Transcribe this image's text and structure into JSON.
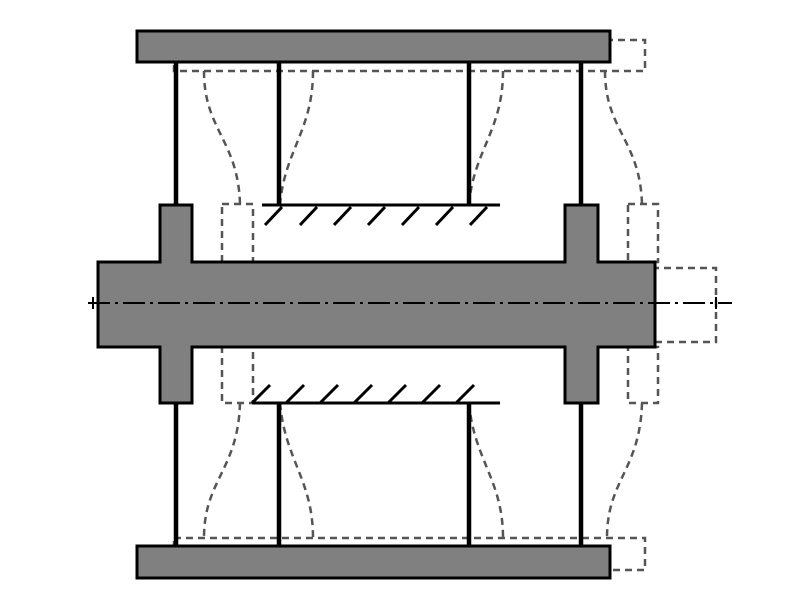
{
  "diagram": {
    "type": "mechanical-schematic",
    "colors": {
      "part_fill": "#808080",
      "outline": "#000000",
      "deformed_dashed": "#555555",
      "background": "#ffffff"
    },
    "elements": [
      "top-plate",
      "bottom-plate",
      "shaft",
      "flanges",
      "support-posts",
      "ground-supports",
      "centerline",
      "deformed-shape"
    ]
  }
}
